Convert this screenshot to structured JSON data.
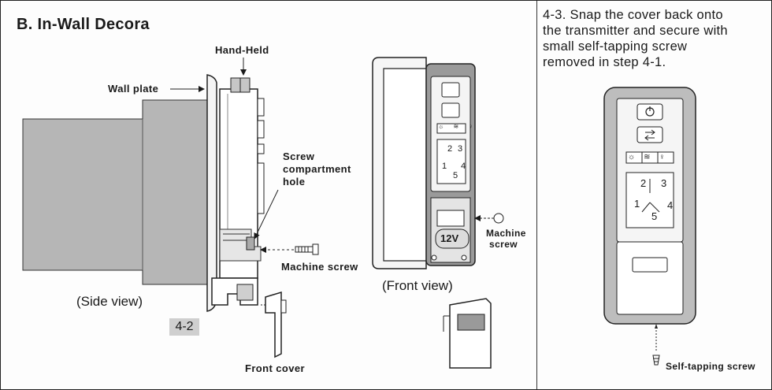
{
  "section": {
    "title": "B. In-Wall Decora"
  },
  "side_view": {
    "labels": {
      "hand_held": "Hand-Held",
      "wall_plate": "Wall plate",
      "screw_compartment": [
        "Screw",
        "compartment",
        "hole"
      ],
      "machine_screw": "Machine screw",
      "front_cover": "Front cover",
      "view": "(Side view)"
    },
    "step": "4-2"
  },
  "front_view": {
    "labels": {
      "machine_screw": [
        "Machine",
        "screw"
      ],
      "view": "(Front view)",
      "voltage": "12V"
    },
    "keypad": {
      "speeds": [
        "1",
        "2",
        "3",
        "4",
        "5"
      ]
    }
  },
  "instruction": {
    "lines": [
      "4-3. Snap the cover back onto",
      "the transmitter and secure with",
      "small self-tapping screw",
      "removed in step 4-1."
    ]
  },
  "transmitter": {
    "speeds": [
      "1",
      "2",
      "3",
      "4",
      "5"
    ],
    "screw_label": "Self-tapping screw"
  },
  "colors": {
    "ink": "#1a1a1a",
    "shade": "#b8b8b8",
    "dark_shade": "#8c8c8c",
    "badge": "#cfcfcf"
  }
}
